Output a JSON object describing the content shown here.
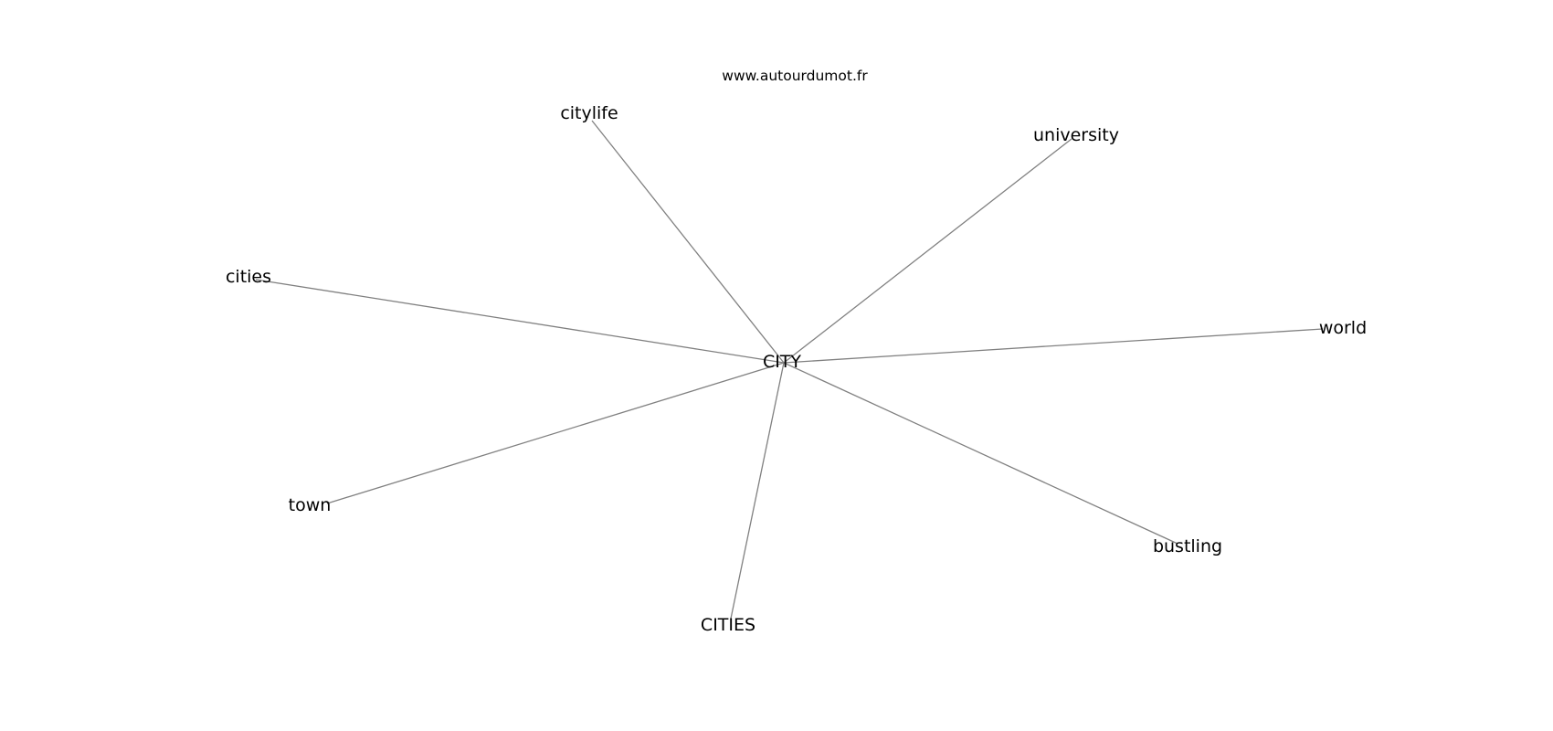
{
  "source": "www.autourdumot.fr",
  "center": "CITY",
  "related_words": [
    "citylife",
    "university",
    "cities",
    "world",
    "town",
    "bustling",
    "CITIES"
  ],
  "colors": {
    "edge": "#808080",
    "text": "#000000",
    "background": "#ffffff"
  }
}
